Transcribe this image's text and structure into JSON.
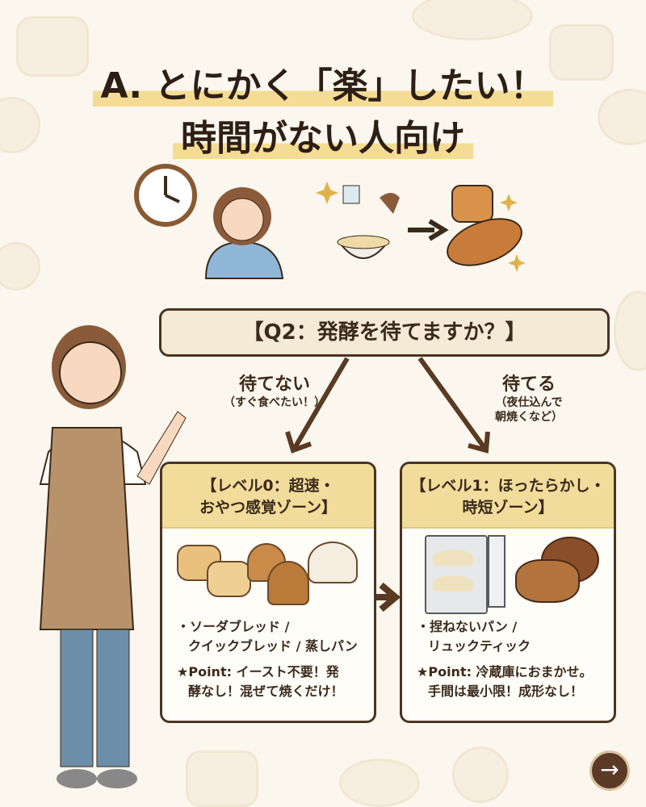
{
  "title": {
    "line1": "A. とにかく「楽」したい！",
    "line2": "時間がない人向け"
  },
  "question": "【Q2：発酵を待てますか？】",
  "branches": [
    {
      "label": "待てない",
      "note": "（すぐ食べたい！）"
    },
    {
      "label": "待てる",
      "note_line1": "（夜仕込んで",
      "note_line2": "朝焼くなど）"
    }
  ],
  "levels": [
    {
      "header_line1": "【レベル0：超速・",
      "header_line2": "おやつ感覚ゾーン】",
      "items_line1": "・ソーダブレッド /",
      "items_line2": "クイックブレッド / 蒸しパン",
      "point_line1": "★Point: イースト不要！発",
      "point_line2": "酵なし！混ぜて焼くだけ！"
    },
    {
      "header_line1": "【レベル1：ほったらかし・",
      "header_line2": "時短ゾーン】",
      "items_line1": "・捏ねないパン /",
      "items_line2": "リュックティック",
      "point_line1": "★Point: 冷蔵庫におまかせ。",
      "point_line2": "手間は最小限！成形なし！"
    }
  ],
  "next_icon": "arrow-right-icon",
  "colors": {
    "brown": "#4a3422",
    "highlight": "#f4dc95",
    "header": "#f2dc9c",
    "background": "#fbf7ee"
  }
}
